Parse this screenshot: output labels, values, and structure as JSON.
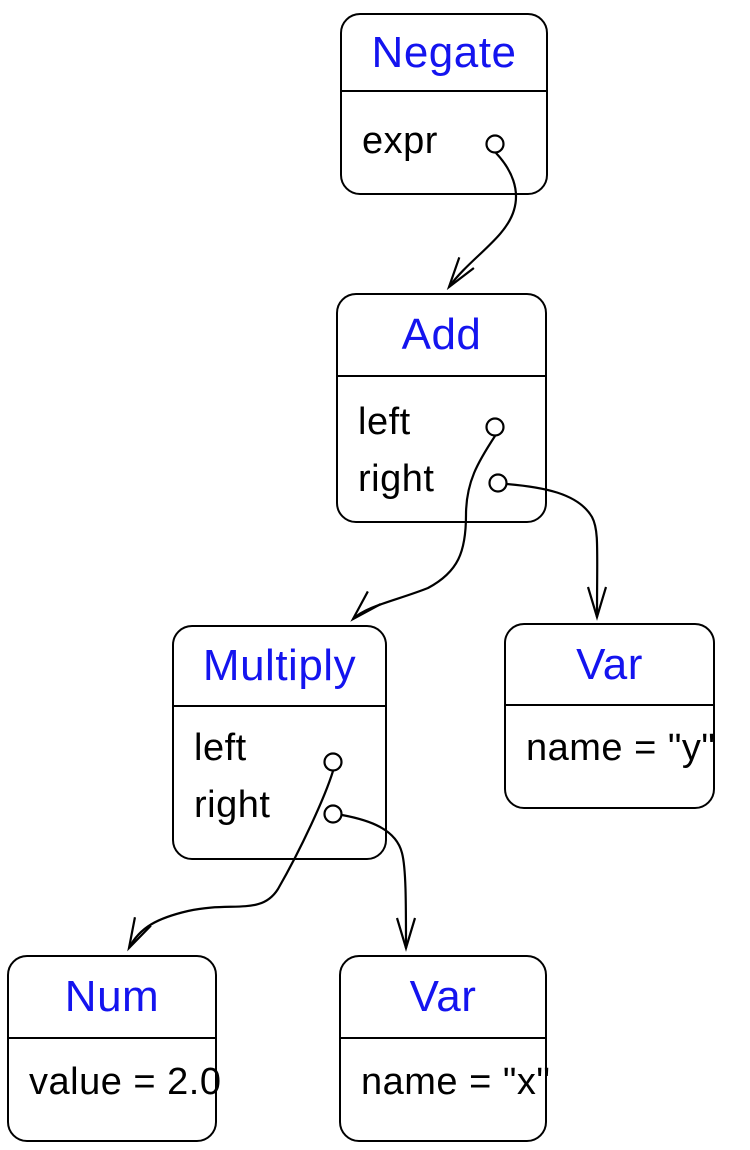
{
  "diagram": {
    "kind": "object-diagram-ast",
    "colors": {
      "background": "#ffffff",
      "node_border": "#000000",
      "title_text": "#1414ef",
      "field_text": "#000000",
      "edge_line": "#000000"
    },
    "nodes": {
      "negate": {
        "title": "Negate",
        "fields": {
          "expr": "expr"
        }
      },
      "add": {
        "title": "Add",
        "fields": {
          "left": "left",
          "right": "right"
        }
      },
      "multiply": {
        "title": "Multiply",
        "fields": {
          "left": "left",
          "right": "right"
        }
      },
      "var_y": {
        "title": "Var",
        "fields": {
          "name": "name = \"y\""
        }
      },
      "num": {
        "title": "Num",
        "fields": {
          "value": "value = 2.0"
        }
      },
      "var_x": {
        "title": "Var",
        "fields": {
          "name": "name = \"x\""
        }
      }
    },
    "edges": [
      {
        "from": "negate.expr",
        "to": "add"
      },
      {
        "from": "add.left",
        "to": "multiply"
      },
      {
        "from": "add.right",
        "to": "var_y"
      },
      {
        "from": "multiply.left",
        "to": "num"
      },
      {
        "from": "multiply.right",
        "to": "var_x"
      }
    ]
  }
}
